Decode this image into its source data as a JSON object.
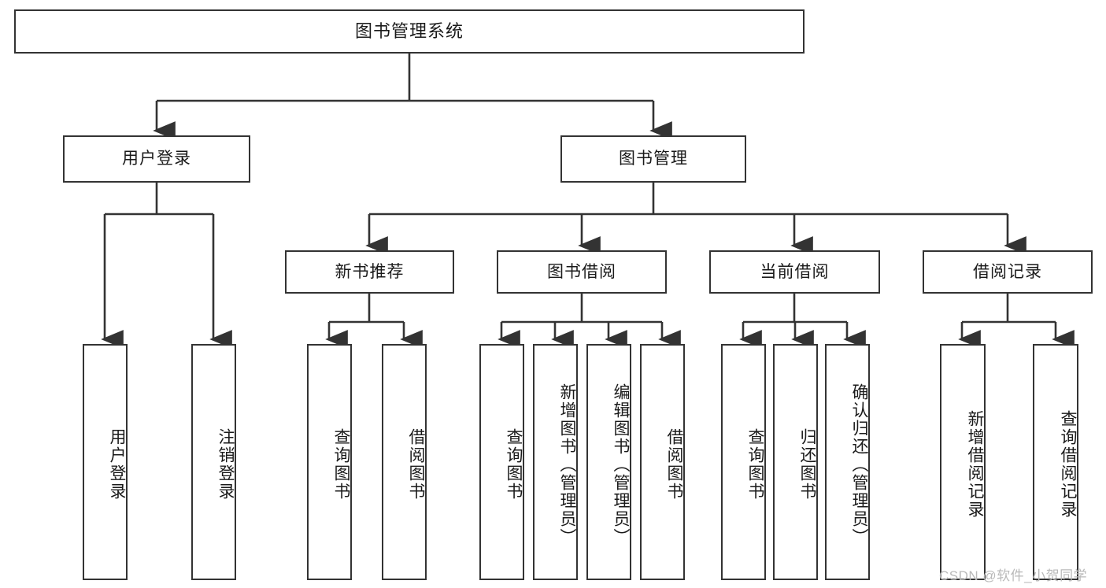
{
  "diagram": {
    "type": "hierarchy-tree",
    "title": "图书管理系统",
    "root": {
      "id": "root",
      "label": "图书管理系统"
    },
    "level1": [
      {
        "id": "user-login",
        "label": "用户登录"
      },
      {
        "id": "book-manage",
        "label": "图书管理"
      }
    ],
    "level2": [
      {
        "id": "new-book-recommend",
        "label": "新书推荐",
        "parent": "book-manage"
      },
      {
        "id": "book-borrow",
        "label": "图书借阅",
        "parent": "book-manage"
      },
      {
        "id": "current-borrow",
        "label": "当前借阅",
        "parent": "book-manage"
      },
      {
        "id": "borrow-record",
        "label": "借阅记录",
        "parent": "book-manage"
      }
    ],
    "leaves": [
      {
        "id": "leaf-user-login",
        "label": "用户登录",
        "parent": "user-login"
      },
      {
        "id": "leaf-logout",
        "label": "注销登录",
        "parent": "user-login"
      },
      {
        "id": "leaf-query-book-1",
        "label": "查询图书",
        "parent": "new-book-recommend"
      },
      {
        "id": "leaf-borrow-book-1",
        "label": "借阅图书",
        "parent": "new-book-recommend"
      },
      {
        "id": "leaf-query-book-2",
        "label": "查询图书",
        "parent": "book-borrow"
      },
      {
        "id": "leaf-add-book",
        "label": "新增图书（管理员）",
        "parent": "book-borrow"
      },
      {
        "id": "leaf-edit-book",
        "label": "编辑图书（管理员）",
        "parent": "book-borrow"
      },
      {
        "id": "leaf-borrow-book-2",
        "label": "借阅图书",
        "parent": "book-borrow"
      },
      {
        "id": "leaf-query-book-3",
        "label": "查询图书",
        "parent": "current-borrow"
      },
      {
        "id": "leaf-return-book",
        "label": "归还图书",
        "parent": "current-borrow"
      },
      {
        "id": "leaf-confirm-return",
        "label": "确认归还（管理员）",
        "parent": "current-borrow"
      },
      {
        "id": "leaf-add-record",
        "label": "新增借阅记录",
        "parent": "borrow-record"
      },
      {
        "id": "leaf-query-record",
        "label": "查询借阅记录",
        "parent": "borrow-record"
      }
    ],
    "watermark": "CSDN @软件_小贺同学",
    "colors": {
      "stroke": "#333333",
      "background": "#ffffff",
      "text": "#1a1a1a",
      "watermark": "#b9b9b9"
    }
  }
}
